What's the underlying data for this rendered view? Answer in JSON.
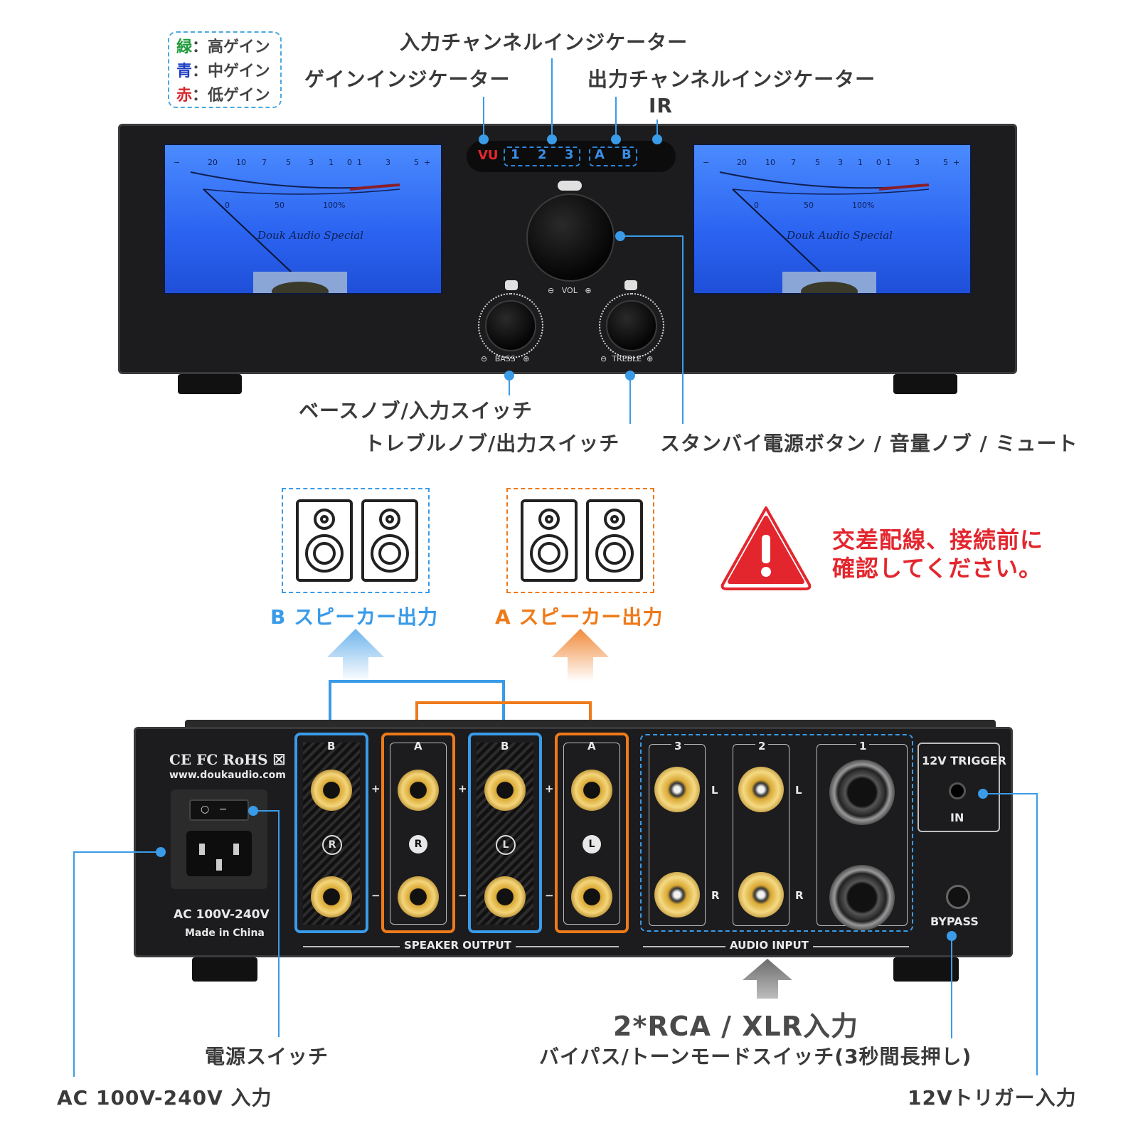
{
  "legend": {
    "green": {
      "key": "緑",
      "text": "：高ゲイン",
      "color": "#1f9a3a"
    },
    "blue": {
      "key": "青",
      "text": "：中ゲイン",
      "color": "#1f3fc2"
    },
    "red": {
      "key": "赤",
      "text": "：低ゲイン",
      "color": "#d8282e"
    }
  },
  "front_callouts": {
    "input_channel": "入力チャンネルインジケーター",
    "gain": "ゲインインジケーター",
    "output_channel": "出力チャンネルインジケーター",
    "ir": "IR",
    "bass": "ベースノブ/入力スイッチ",
    "treble": "トレブルノブ/出力スイッチ",
    "volume": "スタンバイ電源ボタン / 音量ノブ / ミュート"
  },
  "front_panel": {
    "vu": "VU",
    "inputs": [
      "1",
      "2",
      "3"
    ],
    "outputs": [
      "A",
      "B"
    ],
    "vol_label": "VOL",
    "bass_label": "BASS",
    "treble_label": "TREBLE",
    "minus": "⊖",
    "plus": "⊕",
    "meter_scale_top": [
      "−",
      "20",
      "10",
      "7",
      "5",
      "3",
      "1",
      "0",
      "1",
      "3",
      "5",
      "+"
    ],
    "meter_scale_bottom": [
      "0",
      "50",
      "100%"
    ],
    "meter_brand": "Douk Audio Special"
  },
  "speakers": {
    "b_label": "B スピーカー出力",
    "a_label": "A スピーカー出力",
    "b_color": "#3a9be8",
    "a_color": "#ee7a1a"
  },
  "warning": {
    "line1": "交差配線、接続前に",
    "line2": "確認してください。",
    "color": "#e3262e"
  },
  "rear_panel": {
    "certs": "CE FC RoHS ☒",
    "website": "www.doukaudio.com",
    "ac": "AC 100V-240V",
    "made": "Made in China",
    "speaker_output": "SPEAKER OUTPUT",
    "audio_input": "AUDIO INPUT",
    "terminal_labels": [
      "B",
      "A",
      "B",
      "A"
    ],
    "channel_marks": [
      "R",
      "R",
      "L",
      "L"
    ],
    "input_numbers": [
      "3",
      "2",
      "1"
    ],
    "lr": [
      "L",
      "R"
    ],
    "trigger": "12V TRIGGER",
    "trigger_in": "IN",
    "bypass": "BYPASS",
    "plus": "+",
    "minus": "−"
  },
  "rear_callouts": {
    "inputs": "2*RCA / XLR入力",
    "bypass": "バイパス/トーンモードスイッチ(3秒間長押し)",
    "power": "電源スイッチ",
    "ac": "AC 100V-240V 入力",
    "trigger": "12Vトリガー入力"
  }
}
